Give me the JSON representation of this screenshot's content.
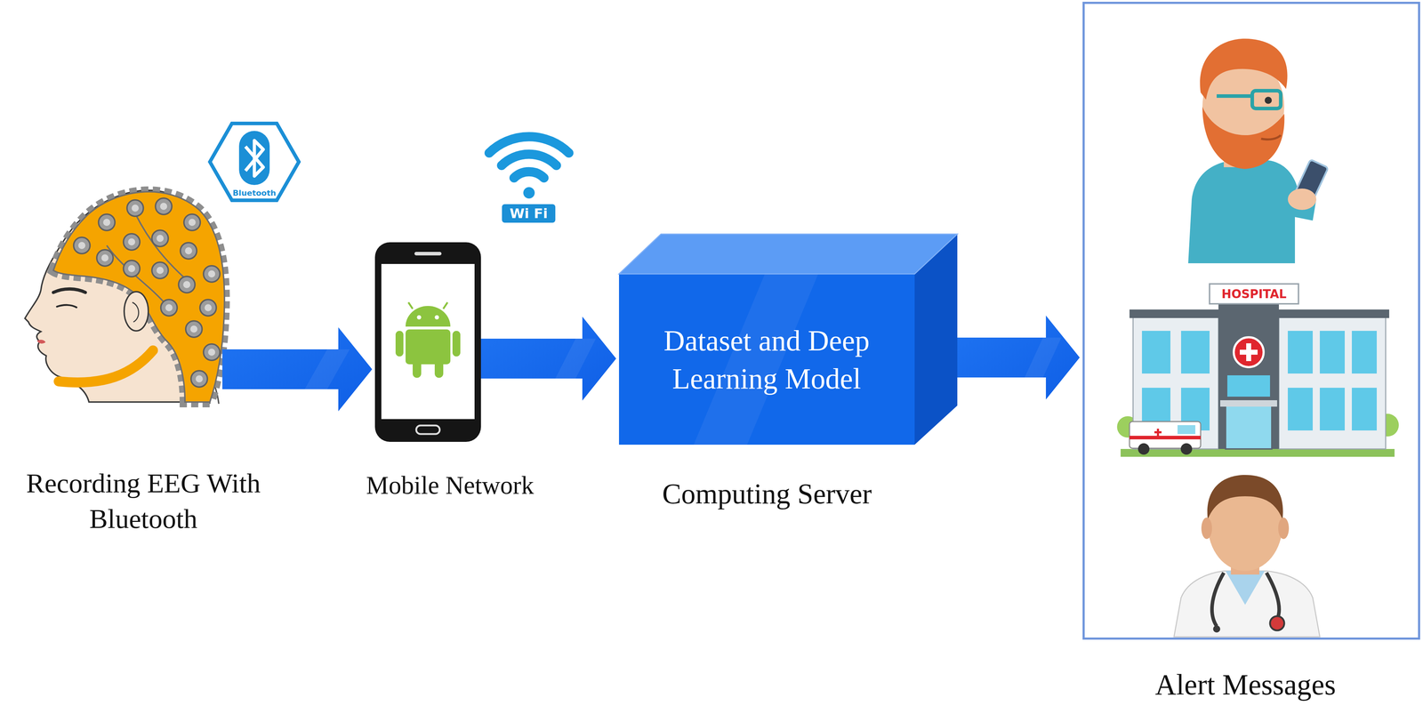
{
  "diagram": {
    "nodes": [
      {
        "text": [
          "Recording EEG With Bluetooth"
        ]
      },
      {
        "text": [
          "Mobile Network"
        ]
      },
      {
        "text": [
          "Dataset and Deep Learning Model",
          "Computing Server"
        ]
      },
      {
        "text": [
          "Alert Messages"
        ]
      }
    ],
    "edges": [
      {
        "from": 0,
        "to": 1,
        "arrow": "to"
      },
      {
        "from": 1,
        "to": 2,
        "arrow": "to"
      },
      {
        "from": 2,
        "to": 3,
        "arrow": "to"
      }
    ],
    "labels": [
      "Bluetooth",
      "Wi Fi",
      "HOSPITAL"
    ]
  }
}
